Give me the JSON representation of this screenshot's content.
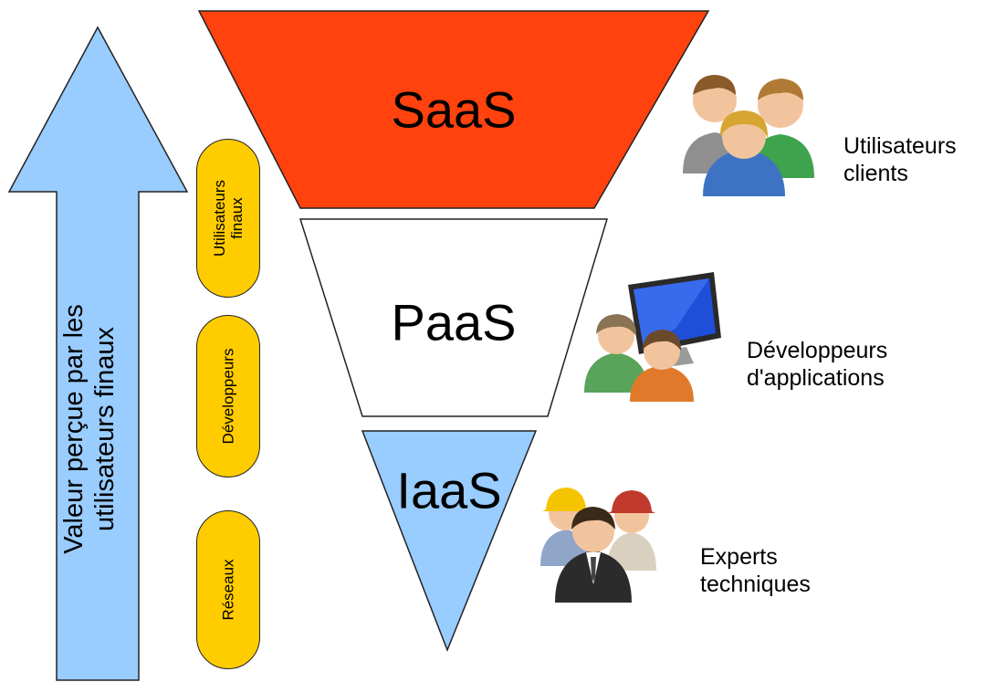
{
  "value_arrow": {
    "label_line1": "Valeur perçue par les",
    "label_line2": "utilisateurs finaux",
    "color": "#99ccff"
  },
  "pills": [
    {
      "line1": "Utilisateurs",
      "line2": "finaux"
    },
    {
      "line1": "Développeurs",
      "line2": ""
    },
    {
      "line1": "Réseaux",
      "line2": ""
    }
  ],
  "pill_color": "#ffcc00",
  "layers": [
    {
      "name": "SaaS",
      "color": "#ff420e"
    },
    {
      "name": "PaaS",
      "color": "#ffffff"
    },
    {
      "name": "IaaS",
      "color": "#99ccff"
    }
  ],
  "roles": [
    {
      "icon": "users-group-icon",
      "line1": "Utilisateurs",
      "line2": "clients"
    },
    {
      "icon": "developers-computer-icon",
      "line1": "Développeurs",
      "line2": "d'applications"
    },
    {
      "icon": "technical-experts-icon",
      "line1": "Experts",
      "line2": "techniques"
    }
  ]
}
